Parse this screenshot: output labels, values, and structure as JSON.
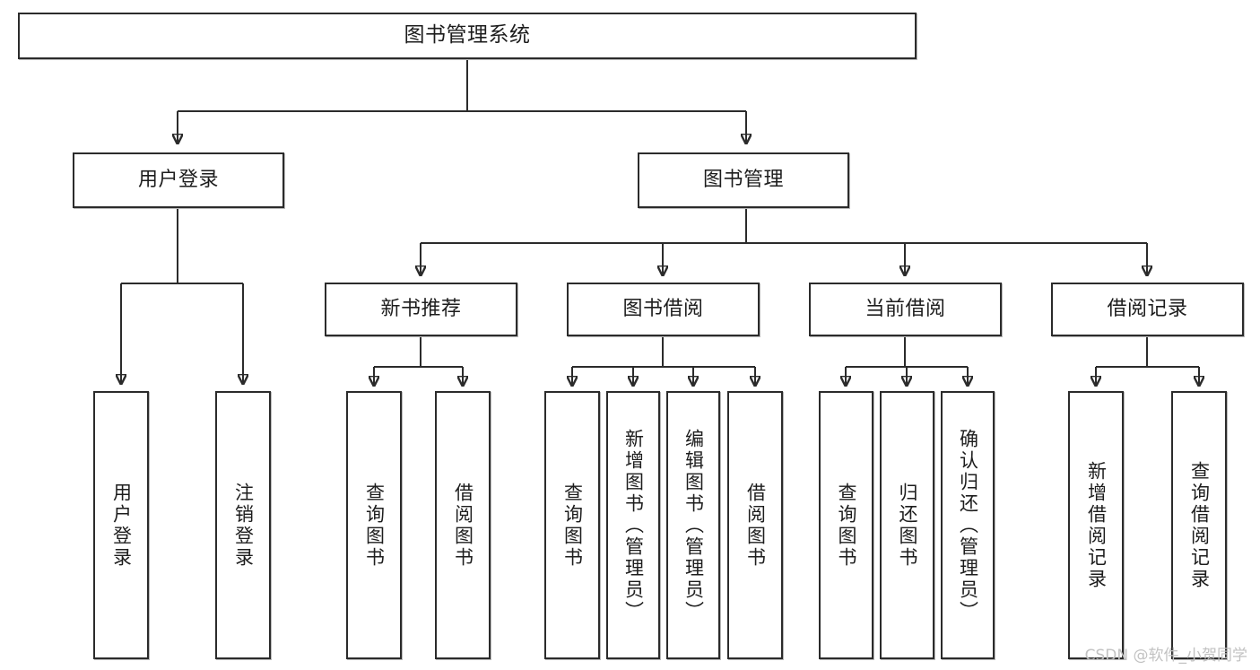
{
  "diagram": {
    "type": "tree",
    "title": "图书管理系统",
    "orientation": "top-down",
    "theme": {
      "box_border": "#2b2b2b",
      "box_fill": "#ffffff",
      "connector": "#2b2b2b",
      "text": "#1d1d1d",
      "background": "#ffffff",
      "watermark": "#c2c2c2"
    },
    "nodes": {
      "root": {
        "label": "图书管理系统",
        "level": 0,
        "orientation": "horizontal"
      },
      "l1": [
        {
          "id": "user_login",
          "label": "用户登录",
          "orientation": "horizontal"
        },
        {
          "id": "book_manage",
          "label": "图书管理",
          "orientation": "horizontal"
        }
      ],
      "l2": [
        {
          "id": "new_book_rec",
          "label": "新书推荐",
          "orientation": "horizontal",
          "parent": "book_manage"
        },
        {
          "id": "book_borrow",
          "label": "图书借阅",
          "orientation": "horizontal",
          "parent": "book_manage"
        },
        {
          "id": "current_borrow",
          "label": "当前借阅",
          "orientation": "horizontal",
          "parent": "book_manage"
        },
        {
          "id": "borrow_record",
          "label": "借阅记录",
          "orientation": "horizontal",
          "parent": "book_manage"
        }
      ],
      "leaves": [
        {
          "id": "leaf_user_login",
          "label": "用户登录",
          "orientation": "vertical",
          "parent": "user_login"
        },
        {
          "id": "leaf_user_logout",
          "label": "注销登录",
          "orientation": "vertical",
          "parent": "user_login"
        },
        {
          "id": "leaf_rec_query",
          "label": "查询图书",
          "orientation": "vertical",
          "parent": "new_book_rec"
        },
        {
          "id": "leaf_rec_borrow",
          "label": "借阅图书",
          "orientation": "vertical",
          "parent": "new_book_rec"
        },
        {
          "id": "leaf_bb_query",
          "label": "查询图书",
          "orientation": "vertical",
          "parent": "book_borrow"
        },
        {
          "id": "leaf_bb_add",
          "label": "新增图书（管理员）",
          "orientation": "vertical",
          "parent": "book_borrow"
        },
        {
          "id": "leaf_bb_edit",
          "label": "编辑图书（管理员）",
          "orientation": "vertical",
          "parent": "book_borrow"
        },
        {
          "id": "leaf_bb_borrow",
          "label": "借阅图书",
          "orientation": "vertical",
          "parent": "book_borrow"
        },
        {
          "id": "leaf_cb_query",
          "label": "查询图书",
          "orientation": "vertical",
          "parent": "current_borrow"
        },
        {
          "id": "leaf_cb_return",
          "label": "归还图书",
          "orientation": "vertical",
          "parent": "current_borrow"
        },
        {
          "id": "leaf_cb_confirm",
          "label": "确认归还（管理员）",
          "orientation": "vertical",
          "parent": "current_borrow"
        },
        {
          "id": "leaf_br_add",
          "label": "新增借阅记录",
          "orientation": "vertical",
          "parent": "borrow_record"
        },
        {
          "id": "leaf_br_query",
          "label": "查询借阅记录",
          "orientation": "vertical",
          "parent": "borrow_record"
        }
      ]
    }
  },
  "watermark": {
    "text": "CSDN @软件_小贺同学"
  }
}
